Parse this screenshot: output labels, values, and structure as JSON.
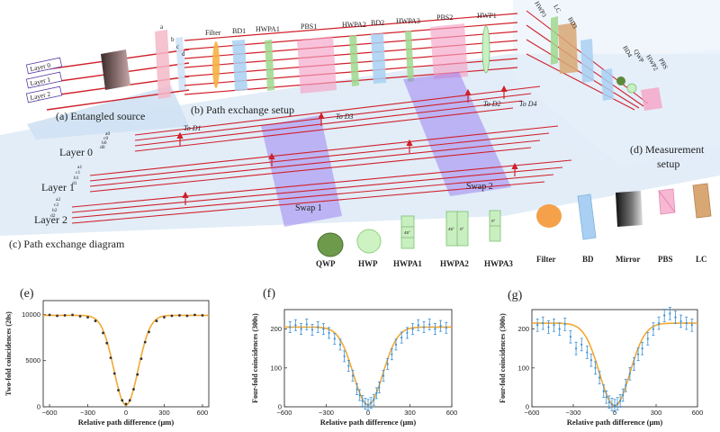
{
  "colors": {
    "beam": "#d0202a",
    "fit": "#f2a833",
    "data": "#3a8fd6",
    "swap": "#8e6cf0",
    "table": "#dbe9f6"
  },
  "setup": {
    "panels": {
      "a": "(a) Entangled source",
      "b": "(b) Path exchange setup",
      "c": "(c) Path exchange diagram",
      "d_line1": "(d) Measurement",
      "d_line2": "setup"
    },
    "source_layers": [
      "Layer 0",
      "Layer 1",
      "Layer 2"
    ],
    "crystal_letters": [
      "a",
      "b",
      "c",
      "d"
    ],
    "components_b": [
      "Filter",
      "BD1",
      "HWPA1",
      "PBS1",
      "HWPA2",
      "BD2",
      "HWPA3",
      "PBS2",
      "HWP1"
    ],
    "components_d": [
      "HWP3",
      "LC",
      "BD3",
      "BD4",
      "QWP",
      "HWP2",
      "PBS"
    ],
    "diagram_layers": [
      {
        "name": "Layer 0",
        "paths": [
          "a0",
          "c0",
          "b0",
          "d0"
        ]
      },
      {
        "name": "Layer 1",
        "paths": [
          "a1",
          "c1",
          "b1",
          "d1"
        ]
      },
      {
        "name": "Layer 2",
        "paths": [
          "a2",
          "c2",
          "b2",
          "d2"
        ]
      }
    ],
    "detectors": [
      "To D1",
      "To D3",
      "To D2",
      "To D4"
    ],
    "swaps": [
      "Swap 1",
      "Swap 2"
    ]
  },
  "legend": {
    "items": [
      {
        "id": "qwp",
        "label": "QWP",
        "icon": "green-disc-icon"
      },
      {
        "id": "hwp",
        "label": "HWP",
        "icon": "light-green-disc-icon"
      },
      {
        "id": "hwpa1",
        "label": "HWPA1",
        "icon": "hwp-array-icon"
      },
      {
        "id": "hwpa2",
        "label": "HWPA2",
        "icon": "hwp-array-icon"
      },
      {
        "id": "hwpa3",
        "label": "HWPA3",
        "icon": "hwp-array-icon"
      },
      {
        "id": "filter",
        "label": "Filter",
        "icon": "orange-disc-icon"
      },
      {
        "id": "bd",
        "label": "BD",
        "icon": "blue-block-icon"
      },
      {
        "id": "mirror",
        "label": "Mirror",
        "icon": "mirror-icon"
      },
      {
        "id": "pbs",
        "label": "PBS",
        "icon": "pink-cube-icon"
      },
      {
        "id": "lc",
        "label": "LC",
        "icon": "brown-plate-icon"
      }
    ],
    "angle_labels": [
      "45°",
      "0°"
    ]
  },
  "chart_data": [
    {
      "type": "scatter",
      "panel_label": "(e)",
      "xlabel": "Relative path difference (μm)",
      "ylabel": "Two-fold coincidences (20s)",
      "xlim": [
        -650,
        650
      ],
      "ylim": [
        0,
        11500
      ],
      "xticks": [
        -600,
        -300,
        0,
        300,
        600
      ],
      "yticks": [
        0,
        5000,
        10000
      ],
      "error_bars": false,
      "fit_baseline": 9900,
      "fit_min": 200,
      "fit_sigma": 95,
      "x": [
        -600,
        -540,
        -480,
        -420,
        -360,
        -300,
        -240,
        -180,
        -150,
        -120,
        -90,
        -60,
        -30,
        0,
        30,
        60,
        90,
        120,
        150,
        180,
        240,
        300,
        360,
        420,
        480,
        540,
        600
      ],
      "y": [
        9950,
        9850,
        9900,
        9950,
        9800,
        9700,
        9300,
        8000,
        6900,
        5300,
        3600,
        1800,
        700,
        300,
        700,
        1900,
        3500,
        5200,
        7000,
        8100,
        9300,
        9700,
        9850,
        9900,
        9850,
        9950,
        9900
      ]
    },
    {
      "type": "scatter",
      "panel_label": "(f)",
      "xlabel": "Relative path difference (μm)",
      "ylabel": "Four-fold coincidences (300s)",
      "xlim": [
        -600,
        600
      ],
      "ylim": [
        0,
        250
      ],
      "xticks": [
        -600,
        -300,
        0,
        300,
        600
      ],
      "yticks": [
        0,
        100,
        200
      ],
      "error_bars": true,
      "fit_baseline": 205,
      "fit_min": 5,
      "fit_sigma": 105,
      "x": [
        -560,
        -520,
        -480,
        -440,
        -400,
        -360,
        -320,
        -280,
        -240,
        -200,
        -170,
        -140,
        -110,
        -80,
        -60,
        -40,
        -20,
        0,
        20,
        40,
        60,
        80,
        110,
        140,
        170,
        200,
        240,
        280,
        320,
        360,
        400,
        440,
        480,
        520,
        560
      ],
      "y": [
        205,
        210,
        200,
        212,
        198,
        205,
        200,
        190,
        175,
        160,
        130,
        105,
        80,
        45,
        30,
        15,
        8,
        5,
        10,
        18,
        35,
        50,
        80,
        110,
        135,
        160,
        178,
        190,
        200,
        210,
        205,
        212,
        200,
        208,
        203
      ],
      "yerr": 14
    },
    {
      "type": "scatter",
      "panel_label": "(g)",
      "xlabel": "Relative path difference (μm)",
      "ylabel": "Four-fold coincidences (300s)",
      "xlim": [
        -600,
        600
      ],
      "ylim": [
        0,
        250
      ],
      "xticks": [
        -600,
        -300,
        0,
        300,
        600
      ],
      "yticks": [
        0,
        100,
        200
      ],
      "error_bars": true,
      "fit_baseline": 215,
      "fit_min": 3,
      "fit_sigma": 110,
      "x": [
        -560,
        -520,
        -480,
        -440,
        -400,
        -360,
        -320,
        -280,
        -240,
        -200,
        -170,
        -140,
        -110,
        -80,
        -60,
        -40,
        -20,
        0,
        20,
        40,
        60,
        80,
        110,
        140,
        170,
        200,
        240,
        280,
        320,
        360,
        400,
        440,
        480,
        520,
        560
      ],
      "y": [
        210,
        215,
        205,
        210,
        200,
        212,
        180,
        150,
        160,
        140,
        120,
        100,
        75,
        40,
        25,
        12,
        6,
        3,
        8,
        15,
        30,
        55,
        85,
        110,
        135,
        150,
        175,
        200,
        215,
        235,
        240,
        230,
        220,
        215,
        210
      ],
      "yerr": 16
    }
  ]
}
